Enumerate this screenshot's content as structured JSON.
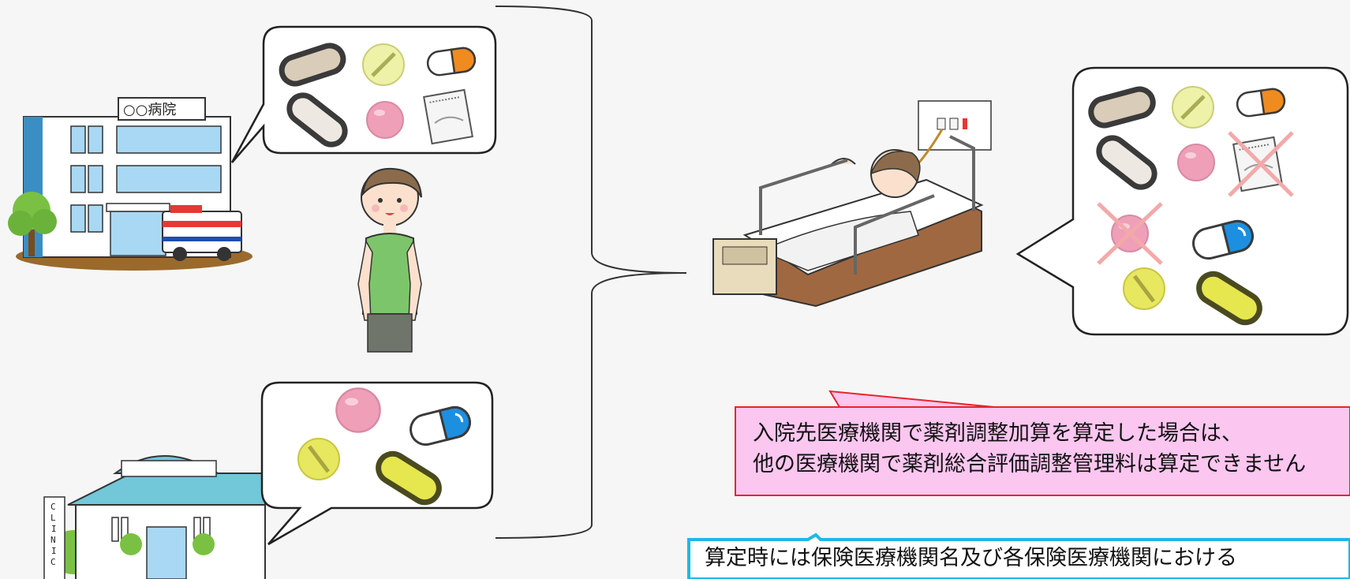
{
  "hospital_sign": "○○病院",
  "clinic_sign": [
    "C",
    "L",
    "I",
    "N",
    "I",
    "C"
  ],
  "pink_note": {
    "line1": "入院先医療機関で薬剤調整加算を算定した場合は、",
    "line2": "他の医療機関で薬剤総合評価調整管理料は算定できません"
  },
  "blue_note": {
    "line1": "算定時には保険医療機関名及び各保険医療機関における"
  },
  "colors": {
    "pink_fill": "#fbc6f0",
    "pink_border": "#e8232c",
    "blue_border": "#1fb8e6",
    "pill_beige": "#d9ccb9",
    "pill_yellow": "#e9ee66",
    "pill_pink": "#ef9fb8",
    "capsule_orange": "#f08b1f",
    "capsule_blue": "#1d8fe0",
    "cross": "#f3a9a9"
  },
  "icons": [
    "hospital-icon",
    "clinic-icon",
    "person-icon",
    "bed-patient-icon",
    "pill-icon",
    "capsule-icon",
    "medicine-packet-icon",
    "cross-mark-icon"
  ]
}
